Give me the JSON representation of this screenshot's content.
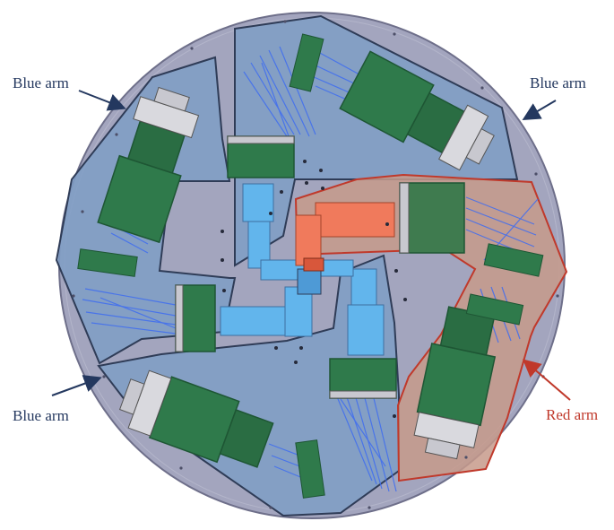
{
  "labels": {
    "blue_arm_top_left": "Blue arm",
    "blue_arm_top_right": "Blue arm",
    "blue_arm_bottom_left": "Blue arm",
    "red_arm": "Red arm"
  },
  "colors": {
    "plate": "#a3a5be",
    "plate_edge": "#6e6f8a",
    "blue_arm_fill": "#7f9ec6",
    "blue_arm_edge": "#2f3c57",
    "red_arm_fill": "#c79a8b",
    "red_arm_edge": "#c0392b",
    "camera_green": "#2f7a4b",
    "camera_green_dark": "#1e5634",
    "beam_blue": "#3f6df0",
    "light_block": "#62b5ec",
    "red_block": "#f07a5c",
    "blue_label_text": "#24385f",
    "red_label_text": "#c0392b"
  }
}
